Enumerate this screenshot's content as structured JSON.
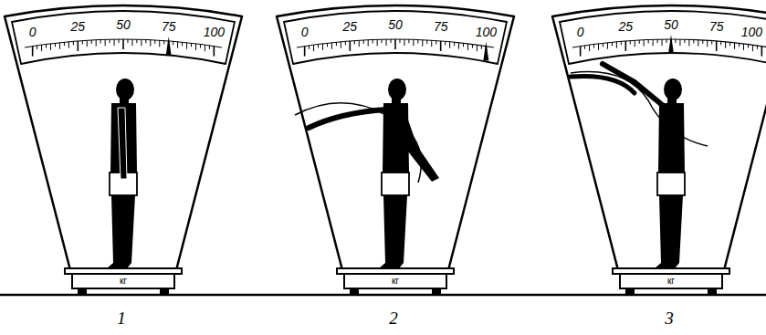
{
  "diagram": {
    "labels": [
      "0",
      "25",
      "50",
      "75",
      "100",
      "кг",
      "0",
      "25",
      "50",
      "75",
      "100",
      "кг",
      "0",
      "25",
      "50",
      "75",
      "100",
      "кг",
      "1",
      "2",
      "3"
    ]
  }
}
